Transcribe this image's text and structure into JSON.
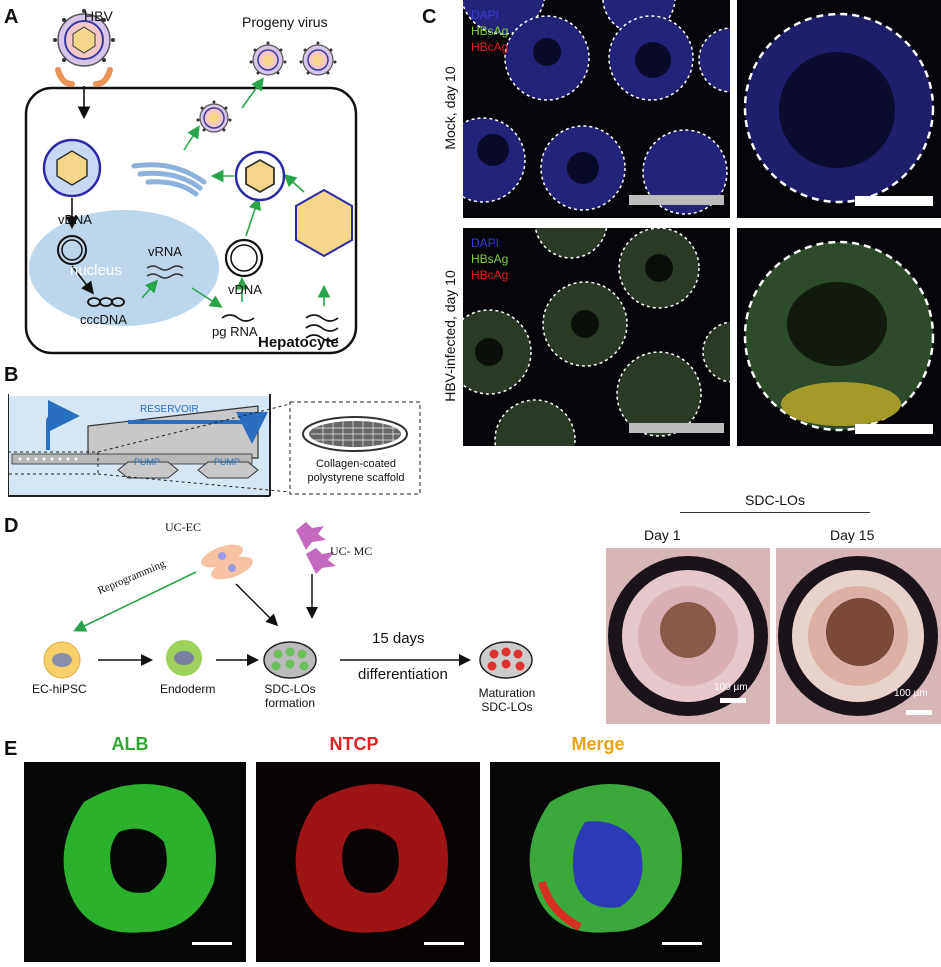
{
  "panels": {
    "A": {
      "letter": "A",
      "virus_label": "HBV",
      "progeny_label": "Progeny virus",
      "vdna_label": "vDNA",
      "nucleus_label": "nucleus",
      "vrna_label": "vRNA",
      "rcdna_label": "vDNA",
      "cccdna_label": "cccDNA",
      "pgrna_label": "pg RNA",
      "cell_label": "Hepatocyte"
    },
    "B": {
      "letter": "B",
      "reservoir_label": "RESERVOIR",
      "pump1_label": "PUMP",
      "pump2_label": "PUMP",
      "scaffold_label_line1": "Collagen-coated",
      "scaffold_label_line2": "polystyrene scaffold"
    },
    "C": {
      "letter": "C",
      "row1_label": "Mock, day 10",
      "row2_label": "HBV-infected, day 10",
      "legend": [
        "DAPI",
        "HBsAg",
        "HBcAg"
      ]
    },
    "D": {
      "letter": "D",
      "uc_ec": "UC-EC",
      "uc_mc": "UC- MC",
      "reprogramming": "Reprogramming",
      "ec_hipsc": "EC-hiPSC",
      "endoderm": "Endoderm",
      "sdc_formation_line1": "SDC-LOs",
      "sdc_formation_line2": "formation",
      "days": "15 days",
      "differentiation": "differentiation",
      "maturation_line1": "Maturation",
      "maturation_line2": "SDC-LOs",
      "sdc_header": "SDC-LOs",
      "day1": "Day 1",
      "day15": "Day 15",
      "scale1": "100 µm",
      "scale2": "100 µm"
    },
    "E": {
      "letter": "E",
      "alb": "ALB",
      "ntcp": "NTCP",
      "merge": "Merge"
    }
  },
  "colors": {
    "dapi": "#3b3bd6",
    "hbsag": "#7fd03a",
    "hbcag": "#e02020",
    "alb_title": "#2fa82f",
    "ntcp_title": "#e02222",
    "merge_title": "#e8a21a",
    "arrow_green": "#2aa44a",
    "reservoir_blue": "#2a6fbf"
  }
}
